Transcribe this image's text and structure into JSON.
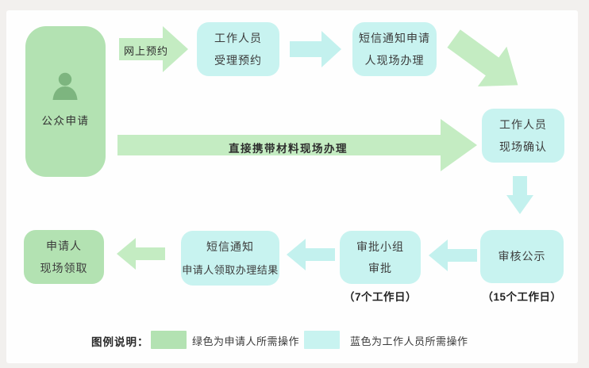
{
  "nodes": {
    "applicant": {
      "label": "公众申请"
    },
    "staff_accept": {
      "line1": "工作人员",
      "line2": "受理预约"
    },
    "sms_onsite": {
      "line1": "短信通知申请",
      "line2": "人现场办理"
    },
    "staff_confirm": {
      "line1": "工作人员",
      "line2": "现场确认"
    },
    "publicity": {
      "label": "审核公示",
      "caption": "（15个工作日）"
    },
    "approval": {
      "line1": "审批小组",
      "line2": "审批",
      "caption": "（7个工作日）"
    },
    "sms_result": {
      "line1": "短信通知",
      "line2": "申请人领取办理结果"
    },
    "receive": {
      "line1": "申请人",
      "line2": "现场领取"
    }
  },
  "edges": {
    "online_booking_label": "网上预约",
    "direct_onsite_label": "直接携带材料现场办理"
  },
  "legend": {
    "title": "图例说明：",
    "green_label": "绿色为申请人所需操作",
    "blue_label": "蓝色为工作人员所需操作"
  },
  "icons": {
    "applicant": "person-icon"
  },
  "colors": {
    "green_box": "#b3e2b2",
    "green_arrow": "#c4ecc2",
    "green_icon": "#7db57f",
    "blue_box": "#c8f3f0",
    "blue_arrow": "#c3f1ee",
    "text": "#3c3c3c"
  }
}
